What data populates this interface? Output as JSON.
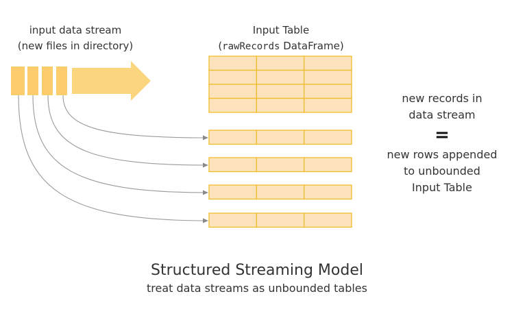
{
  "stream_label": {
    "line1": "input data stream",
    "line2": "(new files in directory)"
  },
  "table_label": {
    "line1": "Input Table",
    "line2_code": "rawRecords",
    "line2_rest": "DataFrame"
  },
  "equation": {
    "top_line1": "new records in",
    "top_line2": "data stream",
    "sign": "=",
    "bottom_line1": "new rows appended",
    "bottom_line2": "to unbounded",
    "bottom_line3": "Input Table"
  },
  "footer": {
    "title": "Structured Streaming Model",
    "subtitle": "treat data streams as unbounded tables"
  },
  "colors": {
    "cell_fill": "#fde3bd",
    "cell_border": "#f0bc2a",
    "stream_fill": "#fccd6c",
    "arrow_fill": "#fcd57f",
    "connector": "#9a9a9a"
  },
  "table": {
    "existing_rows": 4,
    "columns": 3,
    "appended_rows": 4
  }
}
